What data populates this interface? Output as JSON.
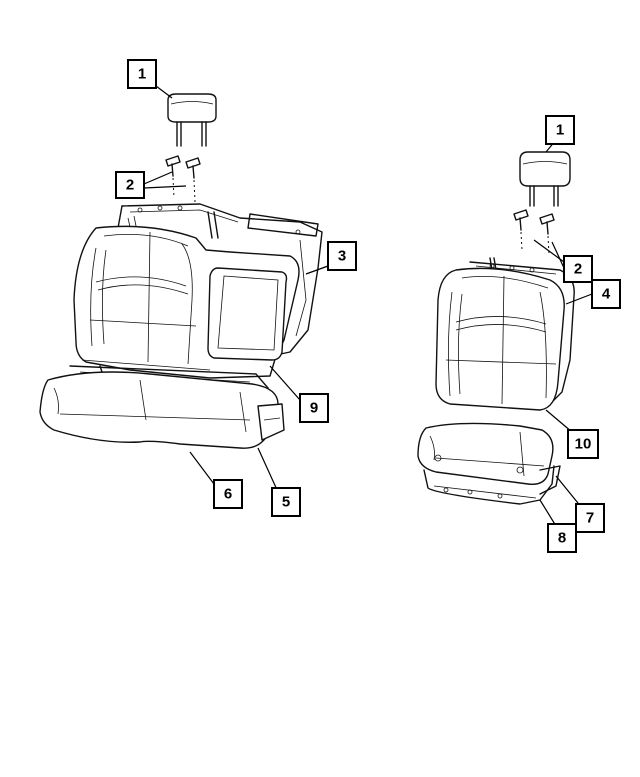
{
  "callouts": [
    {
      "id": "c1a",
      "label": "1"
    },
    {
      "id": "c2a",
      "label": "2"
    },
    {
      "id": "c3",
      "label": "3"
    },
    {
      "id": "c9",
      "label": "9"
    },
    {
      "id": "c6",
      "label": "6"
    },
    {
      "id": "c5",
      "label": "5"
    },
    {
      "id": "c1b",
      "label": "1"
    },
    {
      "id": "c2b",
      "label": "2"
    },
    {
      "id": "c4",
      "label": "4"
    },
    {
      "id": "c10",
      "label": "10"
    },
    {
      "id": "c7",
      "label": "7"
    },
    {
      "id": "c8",
      "label": "8"
    }
  ]
}
